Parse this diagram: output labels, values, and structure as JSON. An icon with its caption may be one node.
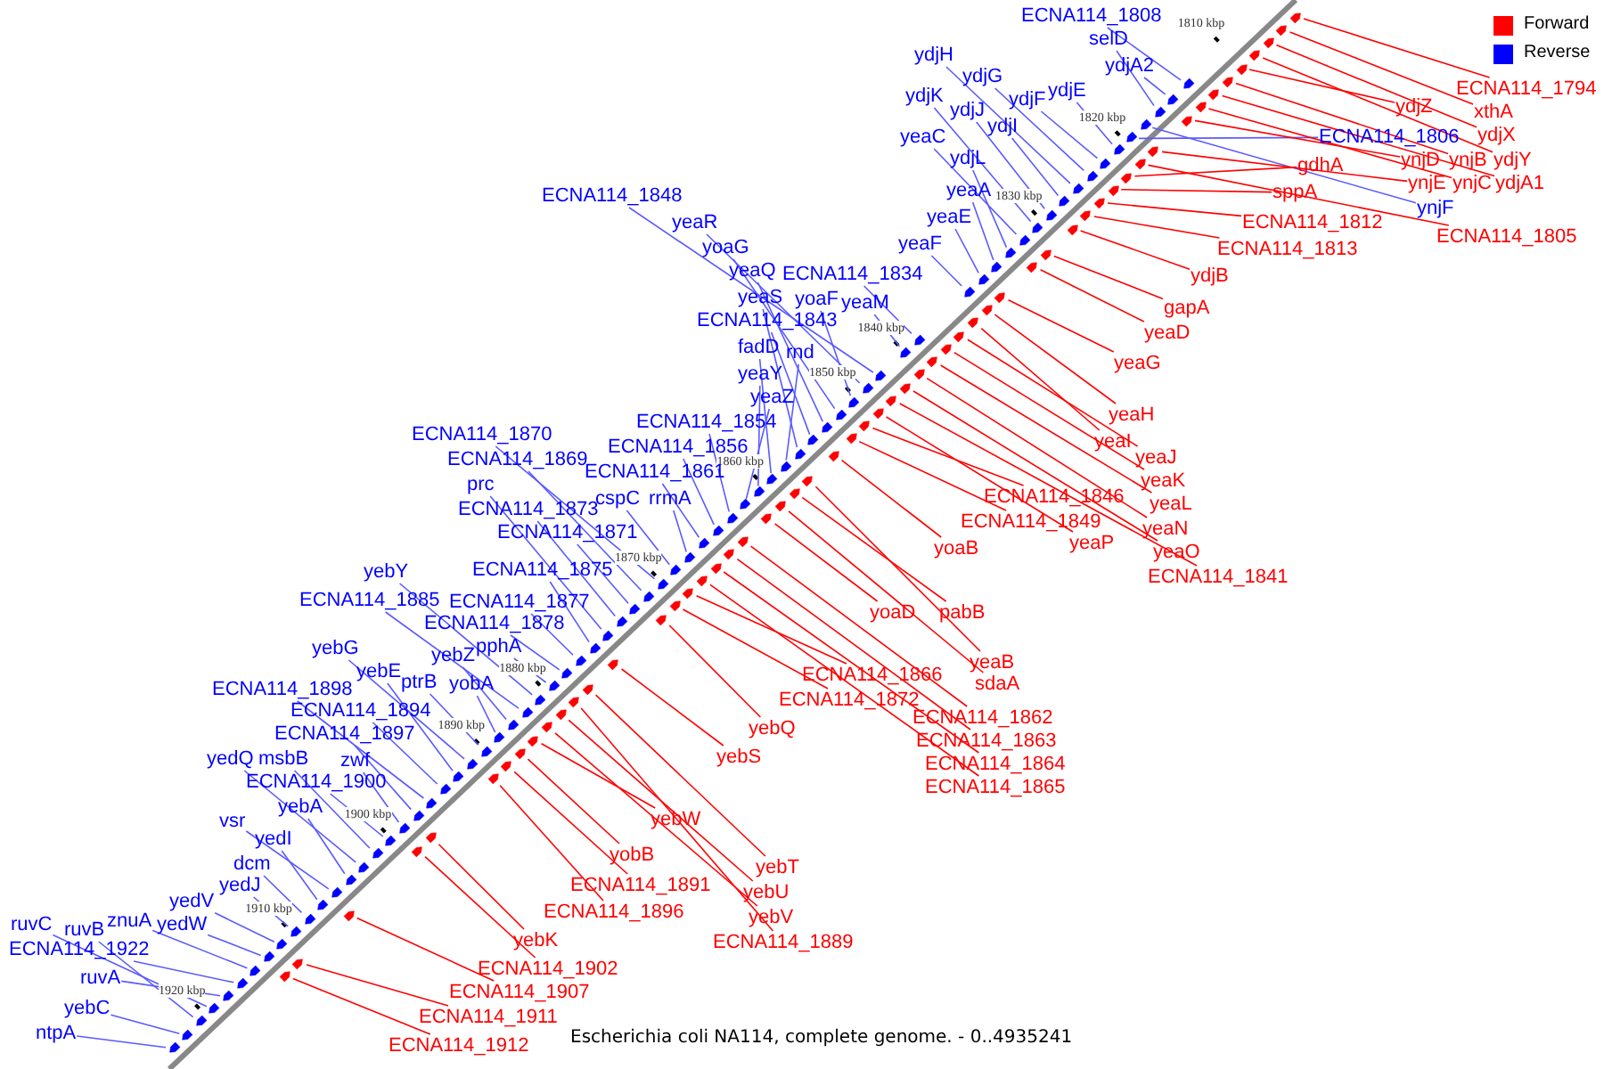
{
  "diagram": {
    "title": "Escherichia coli NA114, complete genome. - 0..4935241",
    "nodes": [
      {
        "text": [
          "ECNA114_1808"
        ]
      },
      {
        "text": [
          "selD"
        ]
      },
      {
        "text": [
          "ydjA2"
        ]
      },
      {
        "text": [
          "ydjH"
        ]
      },
      {
        "text": [
          "ydjG"
        ]
      },
      {
        "text": [
          "ydjE"
        ]
      },
      {
        "text": [
          "ydjF"
        ]
      },
      {
        "text": [
          "ydjK"
        ]
      },
      {
        "text": [
          "ydjJ"
        ]
      },
      {
        "text": [
          "ydjI"
        ]
      },
      {
        "text": [
          "yeaC"
        ]
      },
      {
        "text": [
          "ydjL"
        ]
      },
      {
        "text": [
          "yeaA"
        ]
      },
      {
        "text": [
          "yeaE"
        ]
      },
      {
        "text": [
          "yeaF"
        ]
      },
      {
        "text": [
          "ECNA114_1848"
        ]
      },
      {
        "text": [
          "yeaR"
        ]
      },
      {
        "text": [
          "yoaG"
        ]
      },
      {
        "text": [
          "yeaQ"
        ]
      },
      {
        "text": [
          "ECNA114_1834"
        ]
      },
      {
        "text": [
          "yeaS"
        ]
      },
      {
        "text": [
          "yoaF"
        ]
      },
      {
        "text": [
          "yeaM"
        ]
      },
      {
        "text": [
          "ECNA114_1843"
        ]
      },
      {
        "text": [
          "fadD"
        ]
      },
      {
        "text": [
          "rnd"
        ]
      },
      {
        "text": [
          "yeaY"
        ]
      },
      {
        "text": [
          "yeaZ"
        ]
      },
      {
        "text": [
          "ECNA114_1854"
        ]
      },
      {
        "text": [
          "ECNA114_1870"
        ]
      },
      {
        "text": [
          "ECNA114_1856"
        ]
      },
      {
        "text": [
          "ECNA114_1869"
        ]
      },
      {
        "text": [
          "ECNA114_1861"
        ]
      },
      {
        "text": [
          "prc"
        ]
      },
      {
        "text": [
          "cspC"
        ]
      },
      {
        "text": [
          "rrmA"
        ]
      },
      {
        "text": [
          "ECNA114_1873"
        ]
      },
      {
        "text": [
          "ECNA114_1871"
        ]
      },
      {
        "text": [
          "ECNA114_1875"
        ]
      },
      {
        "text": [
          "yebY"
        ]
      },
      {
        "text": [
          "ECNA114_1877"
        ]
      },
      {
        "text": [
          "ECNA114_1885"
        ]
      },
      {
        "text": [
          "ECNA114_1878"
        ]
      },
      {
        "text": [
          "pphA"
        ]
      },
      {
        "text": [
          "yebG"
        ]
      },
      {
        "text": [
          "yebZ"
        ]
      },
      {
        "text": [
          "yebE"
        ]
      },
      {
        "text": [
          "ptrB"
        ]
      },
      {
        "text": [
          "yobA"
        ]
      },
      {
        "text": [
          "ECNA114_1898"
        ]
      },
      {
        "text": [
          "ECNA114_1894"
        ]
      },
      {
        "text": [
          "ECNA114_1897"
        ]
      },
      {
        "text": [
          "yedQ"
        ]
      },
      {
        "text": [
          "msbB"
        ]
      },
      {
        "text": [
          "zwf"
        ]
      },
      {
        "text": [
          "ECNA114_1900"
        ]
      },
      {
        "text": [
          "yebA"
        ]
      },
      {
        "text": [
          "vsr"
        ]
      },
      {
        "text": [
          "yedI"
        ]
      },
      {
        "text": [
          "dcm"
        ]
      },
      {
        "text": [
          "yedJ"
        ]
      },
      {
        "text": [
          "yedV"
        ]
      },
      {
        "text": [
          "znuA"
        ]
      },
      {
        "text": [
          "ruvC"
        ]
      },
      {
        "text": [
          "ruvB"
        ]
      },
      {
        "text": [
          "yedW"
        ]
      },
      {
        "text": [
          "ECNA114_1922"
        ]
      },
      {
        "text": [
          "ruvA"
        ]
      },
      {
        "text": [
          "yebC"
        ]
      },
      {
        "text": [
          "ntpA"
        ]
      },
      {
        "text": [
          "ECNA114_1806"
        ]
      },
      {
        "text": [
          "ynjF"
        ]
      },
      {
        "text": [
          "ECNA114_1794"
        ]
      },
      {
        "text": [
          "ydjZ"
        ]
      },
      {
        "text": [
          "xthA"
        ]
      },
      {
        "text": [
          "ydjX"
        ]
      },
      {
        "text": [
          "ynjD"
        ]
      },
      {
        "text": [
          "ynjB"
        ]
      },
      {
        "text": [
          "ydjY"
        ]
      },
      {
        "text": [
          "gdhA"
        ]
      },
      {
        "text": [
          "ynjE"
        ]
      },
      {
        "text": [
          "ynjC"
        ]
      },
      {
        "text": [
          "ydjA1"
        ]
      },
      {
        "text": [
          "sppA"
        ]
      },
      {
        "text": [
          "ECNA114_1812"
        ]
      },
      {
        "text": [
          "ECNA114_1805"
        ]
      },
      {
        "text": [
          "ECNA114_1813"
        ]
      },
      {
        "text": [
          "ydjB"
        ]
      },
      {
        "text": [
          "gapA"
        ]
      },
      {
        "text": [
          "yeaD"
        ]
      },
      {
        "text": [
          "yeaG"
        ]
      },
      {
        "text": [
          "yeaH"
        ]
      },
      {
        "text": [
          "yeaI"
        ]
      },
      {
        "text": [
          "yeaJ"
        ]
      },
      {
        "text": [
          "yeaK"
        ]
      },
      {
        "text": [
          "ECNA114_1846"
        ]
      },
      {
        "text": [
          "yeaL"
        ]
      },
      {
        "text": [
          "ECNA114_1849"
        ]
      },
      {
        "text": [
          "yeaN"
        ]
      },
      {
        "text": [
          "yeaP"
        ]
      },
      {
        "text": [
          "yoaB"
        ]
      },
      {
        "text": [
          "yeaO"
        ]
      },
      {
        "text": [
          "ECNA114_1841"
        ]
      },
      {
        "text": [
          "yoaD"
        ]
      },
      {
        "text": [
          "pabB"
        ]
      },
      {
        "text": [
          "yeaB"
        ]
      },
      {
        "text": [
          "ECNA114_1866"
        ]
      },
      {
        "text": [
          "sdaA"
        ]
      },
      {
        "text": [
          "ECNA114_1872"
        ]
      },
      {
        "text": [
          "ECNA114_1862"
        ]
      },
      {
        "text": [
          "yebQ"
        ]
      },
      {
        "text": [
          "ECNA114_1863"
        ]
      },
      {
        "text": [
          "yebS"
        ]
      },
      {
        "text": [
          "ECNA114_1864"
        ]
      },
      {
        "text": [
          "ECNA114_1865"
        ]
      },
      {
        "text": [
          "yebW"
        ]
      },
      {
        "text": [
          "yobB"
        ]
      },
      {
        "text": [
          "yebT"
        ]
      },
      {
        "text": [
          "ECNA114_1891"
        ]
      },
      {
        "text": [
          "yebU"
        ]
      },
      {
        "text": [
          "ECNA114_1896"
        ]
      },
      {
        "text": [
          "yebV"
        ]
      },
      {
        "text": [
          "yebK"
        ]
      },
      {
        "text": [
          "ECNA114_1889"
        ]
      },
      {
        "text": [
          "ECNA114_1902"
        ]
      },
      {
        "text": [
          "ECNA114_1907"
        ]
      },
      {
        "text": [
          "ECNA114_1911"
        ]
      },
      {
        "text": [
          "ECNA114_1912"
        ]
      },
      {
        "text": [],
        "shape": "arrow"
      },
      {
        "text": [],
        "shape": "arrow"
      },
      {
        "text": [],
        "shape": "arrow"
      },
      {
        "text": [],
        "shape": "arrow"
      },
      {
        "text": [],
        "shape": "arrow"
      },
      {
        "text": [],
        "shape": "arrow"
      },
      {
        "text": [],
        "shape": "arrow"
      },
      {
        "text": [],
        "shape": "arrow"
      },
      {
        "text": [],
        "shape": "arrow"
      },
      {
        "text": [],
        "shape": "arrow"
      },
      {
        "text": [],
        "shape": "arrow"
      },
      {
        "text": [],
        "shape": "arrow"
      },
      {
        "text": [],
        "shape": "arrow"
      },
      {
        "text": [],
        "shape": "arrow"
      },
      {
        "text": [],
        "shape": "arrow"
      },
      {
        "text": [],
        "shape": "arrow"
      },
      {
        "text": [],
        "shape": "arrow"
      },
      {
        "text": [],
        "shape": "arrow"
      },
      {
        "text": [],
        "shape": "arrow"
      },
      {
        "text": [],
        "shape": "arrow"
      },
      {
        "text": [],
        "shape": "arrow"
      },
      {
        "text": [],
        "shape": "arrow"
      },
      {
        "text": [],
        "shape": "arrow"
      },
      {
        "text": [],
        "shape": "arrow"
      },
      {
        "text": [],
        "shape": "arrow"
      },
      {
        "text": [],
        "shape": "arrow"
      },
      {
        "text": [],
        "shape": "arrow"
      },
      {
        "text": [],
        "shape": "arrow"
      },
      {
        "text": [],
        "shape": "arrow"
      },
      {
        "text": [],
        "shape": "arrow"
      },
      {
        "text": [],
        "shape": "arrow"
      },
      {
        "text": [],
        "shape": "arrow"
      },
      {
        "text": [],
        "shape": "arrow"
      },
      {
        "text": [],
        "shape": "arrow"
      },
      {
        "text": [],
        "shape": "arrow"
      },
      {
        "text": [],
        "shape": "arrow"
      },
      {
        "text": [],
        "shape": "arrow"
      },
      {
        "text": [],
        "shape": "arrow"
      },
      {
        "text": [],
        "shape": "arrow"
      },
      {
        "text": [],
        "shape": "arrow"
      },
      {
        "text": [],
        "shape": "arrow"
      },
      {
        "text": [],
        "shape": "arrow"
      },
      {
        "text": [],
        "shape": "arrow"
      },
      {
        "text": [],
        "shape": "arrow"
      },
      {
        "text": [],
        "shape": "arrow"
      },
      {
        "text": [],
        "shape": "arrow"
      },
      {
        "text": [],
        "shape": "arrow"
      },
      {
        "text": [],
        "shape": "arrow"
      },
      {
        "text": [],
        "shape": "arrow"
      },
      {
        "text": [],
        "shape": "arrow"
      },
      {
        "text": [],
        "shape": "arrow"
      },
      {
        "text": [],
        "shape": "arrow"
      },
      {
        "text": [],
        "shape": "arrow"
      },
      {
        "text": [],
        "shape": "arrow"
      },
      {
        "text": [],
        "shape": "arrow"
      },
      {
        "text": [],
        "shape": "arrow"
      },
      {
        "text": [],
        "shape": "arrow"
      },
      {
        "text": [],
        "shape": "arrow"
      },
      {
        "text": [],
        "shape": "arrow"
      },
      {
        "text": [],
        "shape": "arrow"
      },
      {
        "text": [],
        "shape": "arrow"
      },
      {
        "text": [],
        "shape": "arrow"
      },
      {
        "text": [],
        "shape": "arrow"
      },
      {
        "text": [],
        "shape": "arrow"
      },
      {
        "text": [],
        "shape": "arrow"
      },
      {
        "text": [],
        "shape": "arrow"
      },
      {
        "text": [],
        "shape": "arrow"
      },
      {
        "text": [],
        "shape": "arrow"
      },
      {
        "text": [],
        "shape": "arrow"
      },
      {
        "text": [],
        "shape": "arrow"
      },
      {
        "text": [],
        "shape": "arrow"
      },
      {
        "text": [],
        "shape": "arrow"
      },
      {
        "text": [],
        "shape": "arrow"
      },
      {
        "text": [],
        "shape": "arrow"
      },
      {
        "text": [],
        "shape": "arrow"
      },
      {
        "text": [],
        "shape": "arrow"
      },
      {
        "text": [],
        "shape": "arrow"
      },
      {
        "text": [],
        "shape": "arrow"
      },
      {
        "text": [],
        "shape": "arrow"
      },
      {
        "text": [],
        "shape": "arrow"
      },
      {
        "text": [],
        "shape": "arrow"
      },
      {
        "text": [],
        "shape": "arrow"
      },
      {
        "text": [],
        "shape": "arrow"
      },
      {
        "text": [],
        "shape": "arrow"
      },
      {
        "text": [],
        "shape": "arrow"
      },
      {
        "text": [],
        "shape": "arrow"
      },
      {
        "text": [],
        "shape": "arrow"
      },
      {
        "text": [],
        "shape": "arrow"
      },
      {
        "text": [],
        "shape": "arrow"
      },
      {
        "text": [],
        "shape": "arrow"
      },
      {
        "text": [],
        "shape": "arrow"
      },
      {
        "text": [],
        "shape": "arrow"
      },
      {
        "text": [],
        "shape": "arrow"
      },
      {
        "text": [],
        "shape": "arrow"
      },
      {
        "text": [],
        "shape": "arrow"
      },
      {
        "text": [],
        "shape": "arrow"
      },
      {
        "text": [],
        "shape": "arrow"
      },
      {
        "text": [],
        "shape": "arrow"
      },
      {
        "text": [],
        "shape": "arrow"
      },
      {
        "text": [],
        "shape": "arrow"
      },
      {
        "text": [],
        "shape": "arrow"
      },
      {
        "text": [],
        "shape": "arrow"
      },
      {
        "text": [],
        "shape": "arrow"
      },
      {
        "text": [],
        "shape": "arrow"
      },
      {
        "text": [],
        "shape": "arrow"
      },
      {
        "text": [],
        "shape": "arrow"
      },
      {
        "text": [],
        "shape": "arrow"
      },
      {
        "text": [],
        "shape": "arrow"
      },
      {
        "text": [],
        "shape": "arrow"
      },
      {
        "text": [],
        "shape": "arrow"
      },
      {
        "text": [],
        "shape": "arrow"
      },
      {
        "text": [],
        "shape": "arrow"
      },
      {
        "text": [],
        "shape": "arrow"
      },
      {
        "text": [],
        "shape": "arrow"
      },
      {
        "text": [],
        "shape": "arrow"
      },
      {
        "text": [],
        "shape": "arrow"
      },
      {
        "text": [],
        "shape": "arrow"
      },
      {
        "text": [],
        "shape": "arrow"
      },
      {
        "text": [],
        "shape": "arrow"
      },
      {
        "text": [],
        "shape": "arrow"
      },
      {
        "text": [],
        "shape": "arrow"
      },
      {
        "text": [],
        "shape": "arrow"
      },
      {
        "text": [],
        "shape": "arrow"
      },
      {
        "text": [],
        "shape": "arrow"
      },
      {
        "text": [],
        "shape": "arrow"
      },
      {
        "text": [],
        "shape": "arrow"
      },
      {
        "text": [],
        "shape": "arrow"
      },
      {
        "text": [],
        "shape": "arrow"
      }
    ],
    "edges": [
      {
        "from": 0,
        "to": 128,
        "arrow": "none"
      },
      {
        "from": 1,
        "to": 129,
        "arrow": "none"
      },
      {
        "from": 2,
        "to": 130,
        "arrow": "none"
      },
      {
        "from": 3,
        "to": 131,
        "arrow": "none"
      },
      {
        "from": 4,
        "to": 132,
        "arrow": "none"
      },
      {
        "from": 5,
        "to": 133,
        "arrow": "none"
      },
      {
        "from": 6,
        "to": 134,
        "arrow": "none"
      },
      {
        "from": 7,
        "to": 135,
        "arrow": "none"
      },
      {
        "from": 8,
        "to": 136,
        "arrow": "none"
      },
      {
        "from": 9,
        "to": 137,
        "arrow": "none"
      },
      {
        "from": 10,
        "to": 138,
        "arrow": "none"
      },
      {
        "from": 11,
        "to": 139,
        "arrow": "none"
      },
      {
        "from": 12,
        "to": 140,
        "arrow": "none"
      },
      {
        "from": 13,
        "to": 141,
        "arrow": "none"
      },
      {
        "from": 14,
        "to": 142,
        "arrow": "none"
      },
      {
        "from": 15,
        "to": 143,
        "arrow": "none"
      },
      {
        "from": 16,
        "to": 144,
        "arrow": "none"
      },
      {
        "from": 17,
        "to": 145,
        "arrow": "none"
      },
      {
        "from": 18,
        "to": 146,
        "arrow": "none"
      },
      {
        "from": 19,
        "to": 147,
        "arrow": "none"
      },
      {
        "from": 20,
        "to": 148,
        "arrow": "none"
      },
      {
        "from": 21,
        "to": 149,
        "arrow": "none"
      },
      {
        "from": 22,
        "to": 150,
        "arrow": "none"
      },
      {
        "from": 23,
        "to": 151,
        "arrow": "none"
      },
      {
        "from": 24,
        "to": 152,
        "arrow": "none"
      },
      {
        "from": 25,
        "to": 153,
        "arrow": "none"
      },
      {
        "from": 26,
        "to": 154,
        "arrow": "none"
      },
      {
        "from": 27,
        "to": 155,
        "arrow": "none"
      },
      {
        "from": 28,
        "to": 156,
        "arrow": "none"
      },
      {
        "from": 29,
        "to": 157,
        "arrow": "none"
      },
      {
        "from": 30,
        "to": 158,
        "arrow": "none"
      },
      {
        "from": 31,
        "to": 159,
        "arrow": "none"
      },
      {
        "from": 32,
        "to": 160,
        "arrow": "none"
      },
      {
        "from": 33,
        "to": 161,
        "arrow": "none"
      },
      {
        "from": 34,
        "to": 162,
        "arrow": "none"
      },
      {
        "from": 35,
        "to": 163,
        "arrow": "none"
      },
      {
        "from": 36,
        "to": 164,
        "arrow": "none"
      },
      {
        "from": 37,
        "to": 165,
        "arrow": "none"
      },
      {
        "from": 38,
        "to": 166,
        "arrow": "none"
      },
      {
        "from": 39,
        "to": 167,
        "arrow": "none"
      },
      {
        "from": 40,
        "to": 168,
        "arrow": "none"
      },
      {
        "from": 41,
        "to": 169,
        "arrow": "none"
      },
      {
        "from": 42,
        "to": 170,
        "arrow": "none"
      },
      {
        "from": 43,
        "to": 171,
        "arrow": "none"
      },
      {
        "from": 44,
        "to": 172,
        "arrow": "none"
      },
      {
        "from": 45,
        "to": 173,
        "arrow": "none"
      },
      {
        "from": 46,
        "to": 174,
        "arrow": "none"
      },
      {
        "from": 47,
        "to": 175,
        "arrow": "none"
      },
      {
        "from": 48,
        "to": 176,
        "arrow": "none"
      },
      {
        "from": 49,
        "to": 177,
        "arrow": "none"
      },
      {
        "from": 50,
        "to": 178,
        "arrow": "none"
      },
      {
        "from": 51,
        "to": 179,
        "arrow": "none"
      },
      {
        "from": 52,
        "to": 180,
        "arrow": "none"
      },
      {
        "from": 53,
        "to": 181,
        "arrow": "none"
      },
      {
        "from": 54,
        "to": 182,
        "arrow": "none"
      },
      {
        "from": 55,
        "to": 183,
        "arrow": "none"
      },
      {
        "from": 56,
        "to": 184,
        "arrow": "none"
      },
      {
        "from": 57,
        "to": 185,
        "arrow": "none"
      },
      {
        "from": 58,
        "to": 186,
        "arrow": "none"
      },
      {
        "from": 59,
        "to": 187,
        "arrow": "none"
      },
      {
        "from": 60,
        "to": 188,
        "arrow": "none"
      },
      {
        "from": 61,
        "to": 189,
        "arrow": "none"
      },
      {
        "from": 62,
        "to": 190,
        "arrow": "none"
      },
      {
        "from": 63,
        "to": 191,
        "arrow": "none"
      },
      {
        "from": 64,
        "to": 192,
        "arrow": "none"
      },
      {
        "from": 65,
        "to": 193,
        "arrow": "none"
      },
      {
        "from": 66,
        "to": 194,
        "arrow": "none"
      },
      {
        "from": 67,
        "to": 195,
        "arrow": "none"
      },
      {
        "from": 68,
        "to": 196,
        "arrow": "none"
      },
      {
        "from": 69,
        "to": 197,
        "arrow": "none"
      },
      {
        "from": 70,
        "to": 198,
        "arrow": "none"
      },
      {
        "from": 71,
        "to": 199,
        "arrow": "none"
      },
      {
        "from": 72,
        "to": 200,
        "arrow": "none",
        "color": "#ff0000"
      },
      {
        "from": 73,
        "to": 201,
        "arrow": "none",
        "color": "#ff0000"
      },
      {
        "from": 74,
        "to": 202,
        "arrow": "none",
        "color": "#ff0000"
      },
      {
        "from": 75,
        "to": 203,
        "arrow": "none",
        "color": "#ff0000"
      },
      {
        "from": 76,
        "to": 204,
        "arrow": "none",
        "color": "#ff0000"
      },
      {
        "from": 77,
        "to": 205,
        "arrow": "none",
        "color": "#ff0000"
      },
      {
        "from": 78,
        "to": 206,
        "arrow": "none",
        "color": "#ff0000"
      },
      {
        "from": 79,
        "to": 207,
        "arrow": "none",
        "color": "#ff0000"
      },
      {
        "from": 80,
        "to": 208,
        "arrow": "none",
        "color": "#ff0000"
      },
      {
        "from": 81,
        "to": 209,
        "arrow": "none",
        "color": "#ff0000"
      },
      {
        "from": 82,
        "to": 210,
        "arrow": "none",
        "color": "#ff0000"
      },
      {
        "from": 83,
        "to": 211,
        "arrow": "none",
        "color": "#ff0000"
      },
      {
        "from": 84,
        "to": 212,
        "arrow": "none",
        "color": "#ff0000"
      },
      {
        "from": 85,
        "to": 213,
        "arrow": "none",
        "color": "#ff0000"
      },
      {
        "from": 86,
        "to": 214,
        "arrow": "none",
        "color": "#ff0000"
      },
      {
        "from": 87,
        "to": 215,
        "arrow": "none",
        "color": "#ff0000"
      },
      {
        "from": 88,
        "to": 216,
        "arrow": "none",
        "color": "#ff0000"
      },
      {
        "from": 89,
        "to": 217,
        "arrow": "none",
        "color": "#ff0000"
      },
      {
        "from": 90,
        "to": 218,
        "arrow": "none",
        "color": "#ff0000"
      },
      {
        "from": 91,
        "to": 219,
        "arrow": "none",
        "color": "#ff0000"
      },
      {
        "from": 92,
        "to": 220,
        "arrow": "none",
        "color": "#ff0000"
      },
      {
        "from": 93,
        "to": 221,
        "arrow": "none",
        "color": "#ff0000"
      },
      {
        "from": 94,
        "to": 222,
        "arrow": "none",
        "color": "#ff0000"
      },
      {
        "from": 95,
        "to": 223,
        "arrow": "none",
        "color": "#ff0000"
      },
      {
        "from": 96,
        "to": 224,
        "arrow": "none",
        "color": "#ff0000"
      },
      {
        "from": 97,
        "to": 225,
        "arrow": "none",
        "color": "#ff0000"
      },
      {
        "from": 98,
        "to": 226,
        "arrow": "none",
        "color": "#ff0000"
      },
      {
        "from": 99,
        "to": 227,
        "arrow": "none",
        "color": "#ff0000"
      },
      {
        "from": 100,
        "to": 228,
        "arrow": "none",
        "color": "#ff0000"
      },
      {
        "from": 101,
        "to": 229,
        "arrow": "none",
        "color": "#ff0000"
      },
      {
        "from": 102,
        "to": 230,
        "arrow": "none",
        "color": "#ff0000"
      },
      {
        "from": 103,
        "to": 231,
        "arrow": "none",
        "color": "#ff0000"
      },
      {
        "from": 104,
        "to": 232,
        "arrow": "none",
        "color": "#ff0000"
      },
      {
        "from": 105,
        "to": 233,
        "arrow": "none",
        "color": "#ff0000"
      },
      {
        "from": 106,
        "to": 234,
        "arrow": "none",
        "color": "#ff0000"
      },
      {
        "from": 107,
        "to": 235,
        "arrow": "none",
        "color": "#ff0000"
      },
      {
        "from": 108,
        "to": 236,
        "arrow": "none",
        "color": "#ff0000"
      },
      {
        "from": 109,
        "to": 237,
        "arrow": "none",
        "color": "#ff0000"
      },
      {
        "from": 110,
        "to": 238,
        "arrow": "none",
        "color": "#ff0000"
      },
      {
        "from": 111,
        "to": 239,
        "arrow": "none",
        "color": "#ff0000"
      },
      {
        "from": 112,
        "to": 240,
        "arrow": "none",
        "color": "#ff0000"
      },
      {
        "from": 113,
        "to": 241,
        "arrow": "none",
        "color": "#ff0000"
      },
      {
        "from": 114,
        "to": 242,
        "arrow": "none",
        "color": "#ff0000"
      },
      {
        "from": 115,
        "to": 243,
        "arrow": "none",
        "color": "#ff0000"
      },
      {
        "from": 116,
        "to": 244,
        "arrow": "none",
        "color": "#ff0000"
      },
      {
        "from": 117,
        "to": 245,
        "arrow": "none",
        "color": "#ff0000"
      },
      {
        "from": 118,
        "to": 246,
        "arrow": "none",
        "color": "#ff0000"
      },
      {
        "from": 119,
        "to": 247,
        "arrow": "none",
        "color": "#ff0000"
      },
      {
        "from": 120,
        "to": 248,
        "arrow": "none",
        "color": "#ff0000"
      },
      {
        "from": 121,
        "to": 249,
        "arrow": "none",
        "color": "#ff0000"
      },
      {
        "from": 122,
        "to": 250,
        "arrow": "none",
        "color": "#ff0000"
      },
      {
        "from": 123,
        "to": 251,
        "arrow": "none",
        "color": "#ff0000"
      },
      {
        "from": 124,
        "to": 252,
        "arrow": "none",
        "color": "#ff0000"
      },
      {
        "from": 125,
        "to": 253,
        "arrow": "none",
        "color": "#ff0000"
      },
      {
        "from": 126,
        "to": 254,
        "arrow": "none",
        "color": "#ff0000"
      },
      {
        "from": 127,
        "to": 255,
        "arrow": "none",
        "color": "#ff0000"
      }
    ],
    "labels": [
      "1810 kbp",
      "1820 kbp",
      "1830 kbp",
      "1840 kbp",
      "1850 kbp",
      "1860 kbp",
      "1870 kbp",
      "1880 kbp",
      "1890 kbp",
      "1900 kbp",
      "1910 kbp",
      "1920 kbp"
    ],
    "legend": [
      {
        "text": "Forward",
        "color": "#ff0000"
      },
      {
        "text": "Reverse",
        "color": "#0000ff"
      }
    ]
  }
}
